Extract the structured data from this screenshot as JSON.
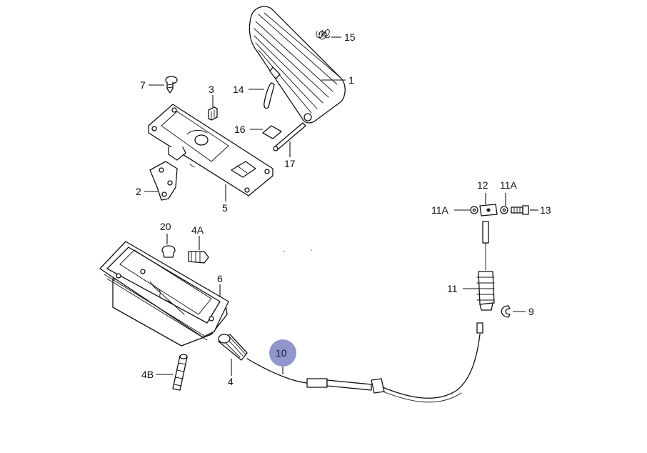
{
  "diagram": {
    "callouts": {
      "p1": "1",
      "p2": "2",
      "p3": "3",
      "p4": "4",
      "p4a": "4A",
      "p4b": "4B",
      "p5": "5",
      "p6": "6",
      "p7": "7",
      "p9": "9",
      "p10": "10",
      "p11": "11",
      "p11a_left": "11A",
      "p11a_top": "11A",
      "p12": "12",
      "p13": "13",
      "p14": "14",
      "p15": "15",
      "p16": "16",
      "p17": "17",
      "p20": "20"
    },
    "highlight_color": "#8e96cc"
  }
}
